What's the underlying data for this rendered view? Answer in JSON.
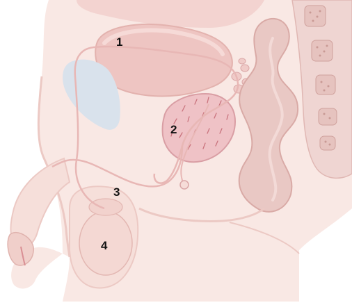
{
  "diagram": {
    "labels": [
      {
        "text": "1"
      },
      {
        "text": "2"
      },
      {
        "text": "3"
      },
      {
        "text": "4"
      }
    ],
    "colors": {
      "background": "#ffffff",
      "skin": "#f9e8e4",
      "skin_shadow": "#ecc9c4",
      "tissue": "#f3d3d0",
      "bladder": "#eec5c2",
      "prostate": "#efc2c6",
      "pubic_bone": "#d9e2ec",
      "spine": "#efd5d2",
      "rectum": "#e9c8c4",
      "duct": "#e8b7b5",
      "label": "#111111"
    }
  }
}
